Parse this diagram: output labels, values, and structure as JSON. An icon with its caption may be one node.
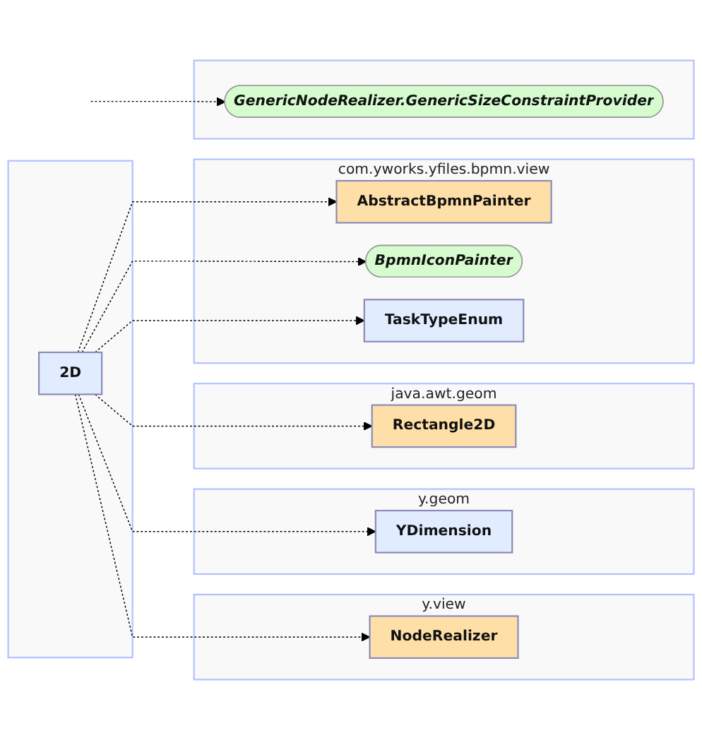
{
  "diagram": {
    "nodes": [
      {
        "text": [],
        "shape": "box"
      },
      {
        "text": [
          "GenericNodeRealizer.GenericSizeConstraintProvider"
        ],
        "in": 0
      },
      {
        "text": [],
        "shape": "box"
      },
      {
        "text": [
          "2D"
        ],
        "in": 2
      },
      {
        "text": [
          "com.yworks.yfiles.bpmn.view"
        ]
      },
      {
        "text": [
          "AbstractBpmnPainter"
        ],
        "in": 4
      },
      {
        "text": [
          "BpmnIconPainter"
        ],
        "in": 4
      },
      {
        "text": [
          "TaskTypeEnum"
        ],
        "in": 4
      },
      {
        "text": [
          "java.awt.geom"
        ]
      },
      {
        "text": [
          "Rectangle2D"
        ],
        "in": 8
      },
      {
        "text": [
          "y.geom"
        ]
      },
      {
        "text": [
          "YDimension"
        ],
        "in": 10
      },
      {
        "text": [
          "y.view"
        ]
      },
      {
        "text": [
          "NodeRealizer"
        ],
        "in": 12
      }
    ],
    "edges": [
      {
        "from": null,
        "to": 1,
        "arrow": "to",
        "style": "dashed"
      },
      {
        "from": 3,
        "to": 5,
        "arrow": "to",
        "style": "dashed"
      },
      {
        "from": 3,
        "to": 6,
        "arrow": "to",
        "style": "dashed"
      },
      {
        "from": 3,
        "to": 7,
        "arrow": "to",
        "style": "dashed"
      },
      {
        "from": 3,
        "to": 9,
        "arrow": "to",
        "style": "dashed"
      },
      {
        "from": 3,
        "to": 11,
        "arrow": "to",
        "style": "dashed"
      },
      {
        "from": 3,
        "to": 13,
        "arrow": "to",
        "style": "dashed"
      }
    ]
  }
}
